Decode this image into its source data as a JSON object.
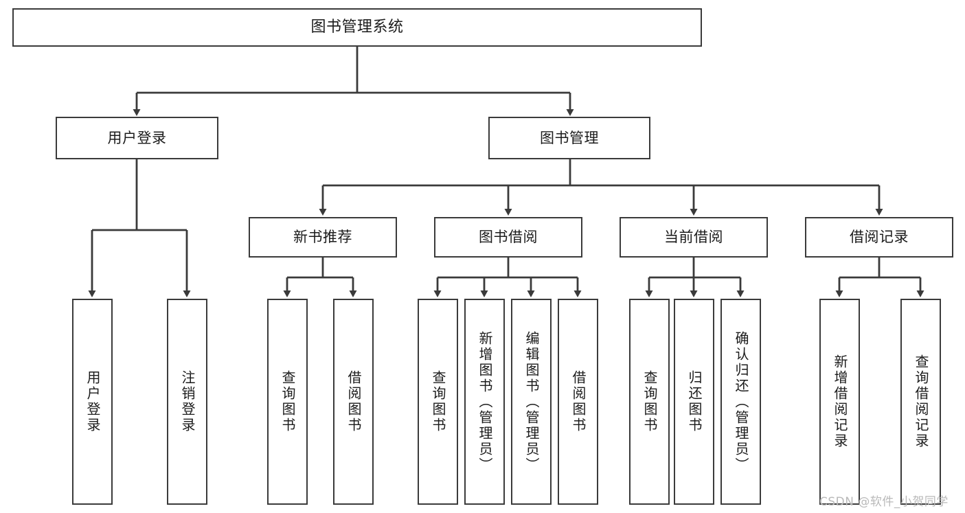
{
  "diagram": {
    "title": "图书管理系统",
    "type": "function-structure-tree",
    "orientation": "top-down",
    "edge_color": "#3a3a3a",
    "node_border_color": "#3a3a3a",
    "node_fill_color": "#ffffff",
    "text_color": "#1b1b1b"
  },
  "root": {
    "label": "图书管理系统"
  },
  "level2": [
    {
      "label": "用户登录"
    },
    {
      "label": "图书管理"
    }
  ],
  "level3": [
    {
      "label": "新书推荐"
    },
    {
      "label": "图书借阅"
    },
    {
      "label": "当前借阅"
    },
    {
      "label": "借阅记录"
    }
  ],
  "leaves": {
    "user_login": [
      {
        "label": "用户登录"
      },
      {
        "label": "注销登录"
      }
    ],
    "new_book_recommend": [
      {
        "label": "查询图书"
      },
      {
        "label": "借阅图书"
      }
    ],
    "book_borrow": [
      {
        "label": "查询图书"
      },
      {
        "label": "新增图书（管理员）"
      },
      {
        "label": "编辑图书（管理员）"
      },
      {
        "label": "借阅图书"
      }
    ],
    "current_borrow": [
      {
        "label": "查询图书"
      },
      {
        "label": "归还图书"
      },
      {
        "label": "确认归还（管理员）"
      }
    ],
    "borrow_record": [
      {
        "label": "新增借阅记录"
      },
      {
        "label": "查询借阅记录"
      }
    ]
  },
  "watermark": {
    "text": "CSDN @软件_小贺同学"
  }
}
